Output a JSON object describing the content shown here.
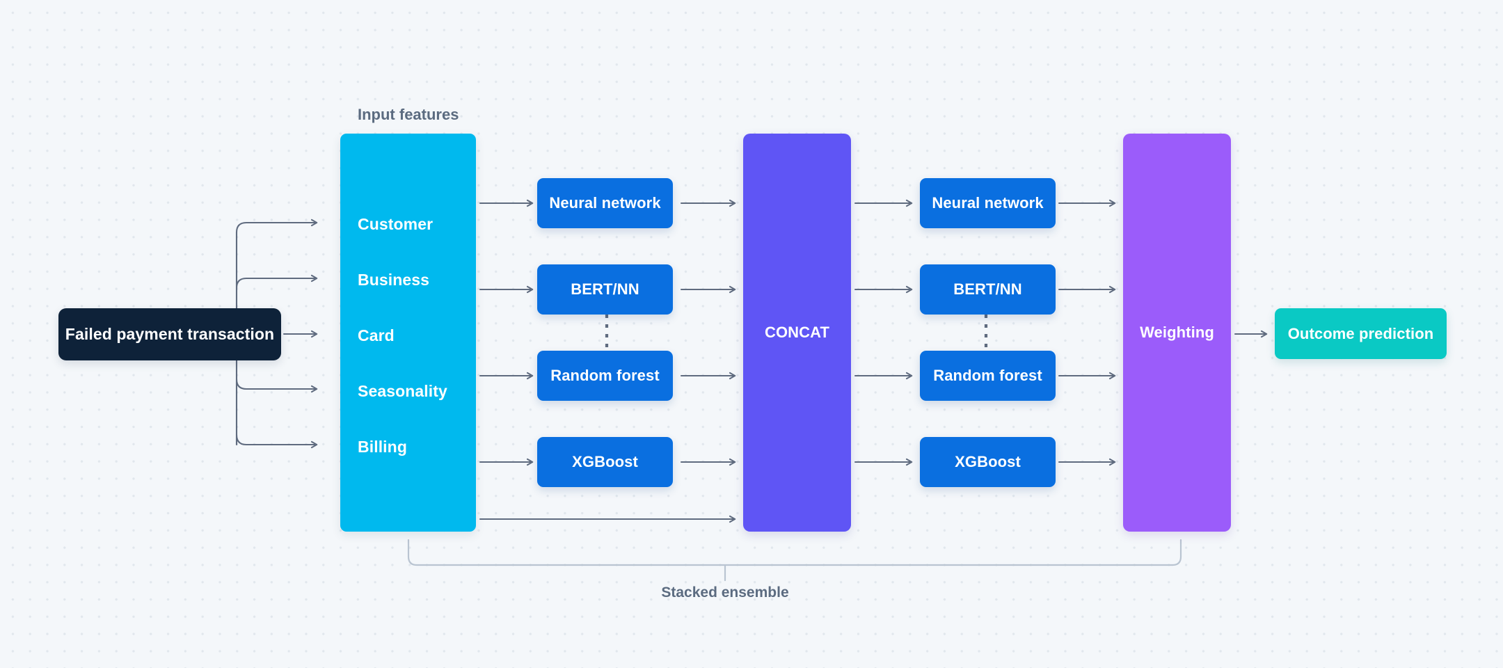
{
  "diagram": {
    "source": {
      "label": "Failed payment transaction"
    },
    "input_panel": {
      "title": "Input features",
      "features": [
        "Customer",
        "Business",
        "Card",
        "Seasonality",
        "Billing"
      ]
    },
    "models_left": [
      "Neural network",
      "BERT/NN",
      "Random forest",
      "XGBoost"
    ],
    "concat": {
      "label": "CONCAT"
    },
    "models_right": [
      "Neural network",
      "BERT/NN",
      "Random forest",
      "XGBoost"
    ],
    "weighting": {
      "label": "Weighting"
    },
    "outcome": {
      "label": "Outcome prediction"
    },
    "bracket": {
      "label": "Stacked ensemble"
    },
    "colors": {
      "background": "#f4f7fa",
      "dot_grid": "#e1e7ed",
      "source_box": "#0e2239",
      "input_panel": "#00b9ee",
      "model_box": "#0a6fe0",
      "concat": "#5f55f5",
      "weighting": "#9b5cfa",
      "outcome": "#0ac9c4",
      "connector": "#5f6b7f",
      "muted_text": "#5b6b80"
    }
  }
}
